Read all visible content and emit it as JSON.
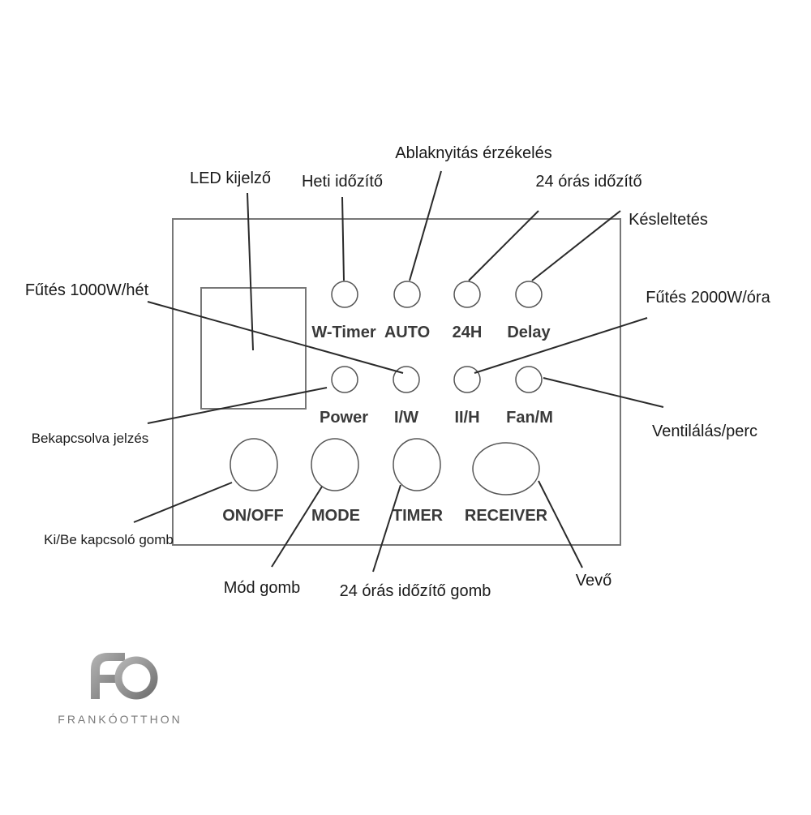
{
  "panel_labels": {
    "w_timer": "W-Timer",
    "auto": "AUTO",
    "h24": "24H",
    "delay": "Delay",
    "power": "Power",
    "iw": "I/W",
    "iih": "II/H",
    "fan_m": "Fan/M",
    "on_off": "ON/OFF",
    "mode": "MODE",
    "timer": "TIMER",
    "receiver": "RECEIVER"
  },
  "callouts": {
    "led_kijelzo": "LED kijelző",
    "heti_idozito": "Heti időzítő",
    "ablaknyitas": "Ablaknyitás érzékelés",
    "ora24_idozito": "24 órás időzítő",
    "kesleltetes": "Késleltetés",
    "futes_1000": "Fűtés 1000W/hét",
    "futes_2000": "Fűtés 2000W/óra",
    "bekapcsolva": "Bekapcsolva jelzés",
    "ventilalas": "Ventilálás/perc",
    "kibe_gomb": "Ki/Be kapcsoló gomb",
    "mod_gomb": "Mód gomb",
    "ora24_gomb": "24 órás időzítő gomb",
    "vevo": "Vevő"
  },
  "brand": {
    "logo_letters": "FO",
    "wordmark": "FRANKÓOTTHON",
    "logo_color": "#8a8a8a"
  }
}
